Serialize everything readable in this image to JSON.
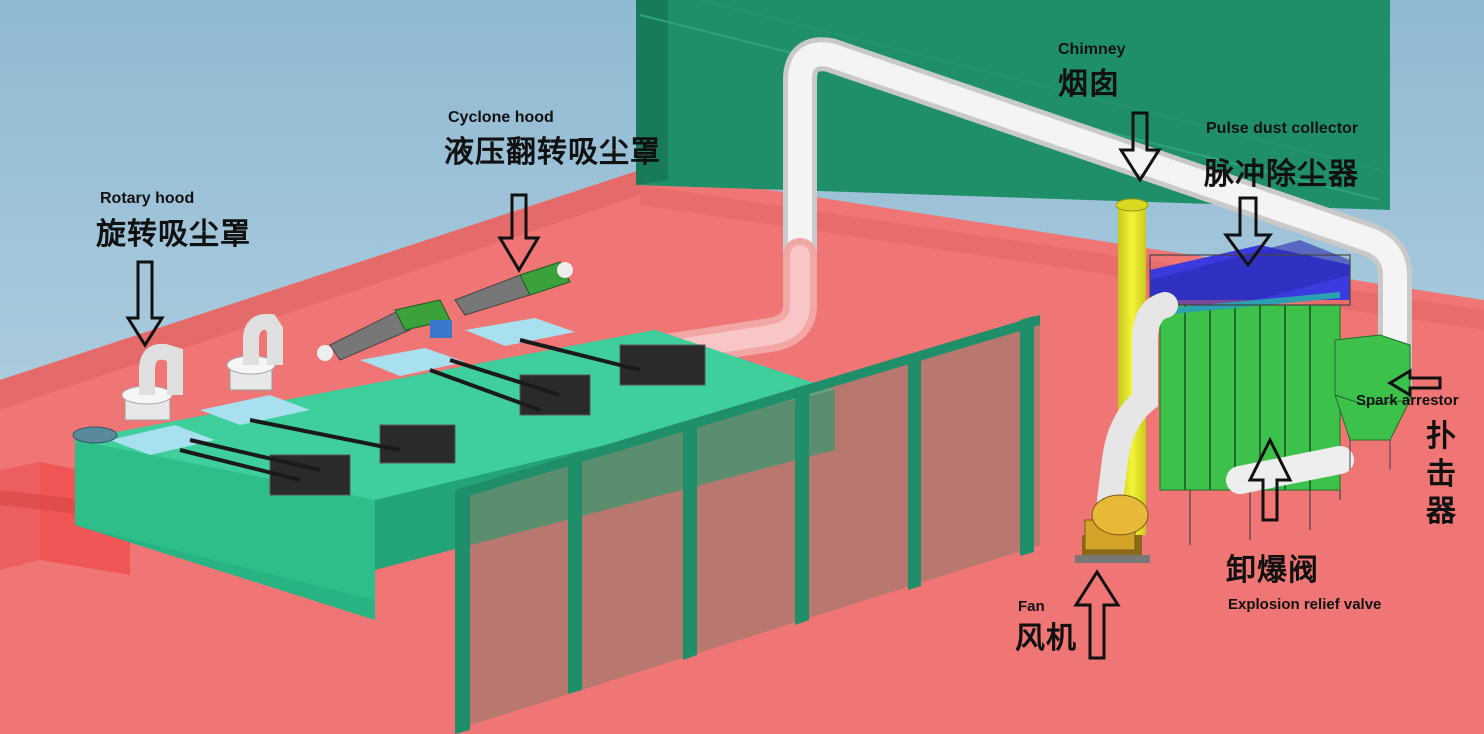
{
  "labels": {
    "rotary_hood": {
      "en": "Rotary hood",
      "zh": "旋转吸尘罩"
    },
    "cyclone_hood": {
      "en": "Cyclone hood",
      "zh": "液压翻转吸尘罩"
    },
    "chimney": {
      "en": "Chimney",
      "zh": "烟囱"
    },
    "pulse_dust_collector": {
      "en": "Pulse dust collector",
      "zh": "脉冲除尘器"
    },
    "spark_arrestor": {
      "en": "Spark arrestor",
      "zh": "扑击器"
    },
    "explosion_relief_valve": {
      "en": "Explosion relief valve",
      "zh": "卸爆阀"
    },
    "fan": {
      "en": "Fan",
      "zh": "风机"
    }
  },
  "colors": {
    "sky": "#9fc3d6",
    "floor": "#f07676",
    "floor_dark": "#e06363",
    "wall": "#1f8f6a",
    "platform": "#3ecf9c",
    "platform_side": "#27b382",
    "duct": "#f2f2f2",
    "duct_pink": "#f4a0a0",
    "chimney": "#e6e62a",
    "collector": "#3cc24a",
    "bags": "#3a3adf",
    "fan": "#d4a428"
  }
}
